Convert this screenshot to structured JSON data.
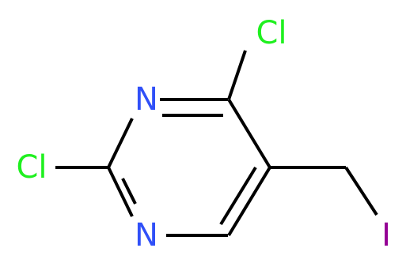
{
  "molecule": {
    "colors": {
      "bond": "#000000",
      "N": "#3050f8",
      "Cl": "#1ff01f",
      "I": "#940094"
    },
    "atoms": {
      "cl_top": "Cl",
      "cl_left": "Cl",
      "n_top": "N",
      "n_bottom": "N",
      "iodine": "I"
    }
  }
}
